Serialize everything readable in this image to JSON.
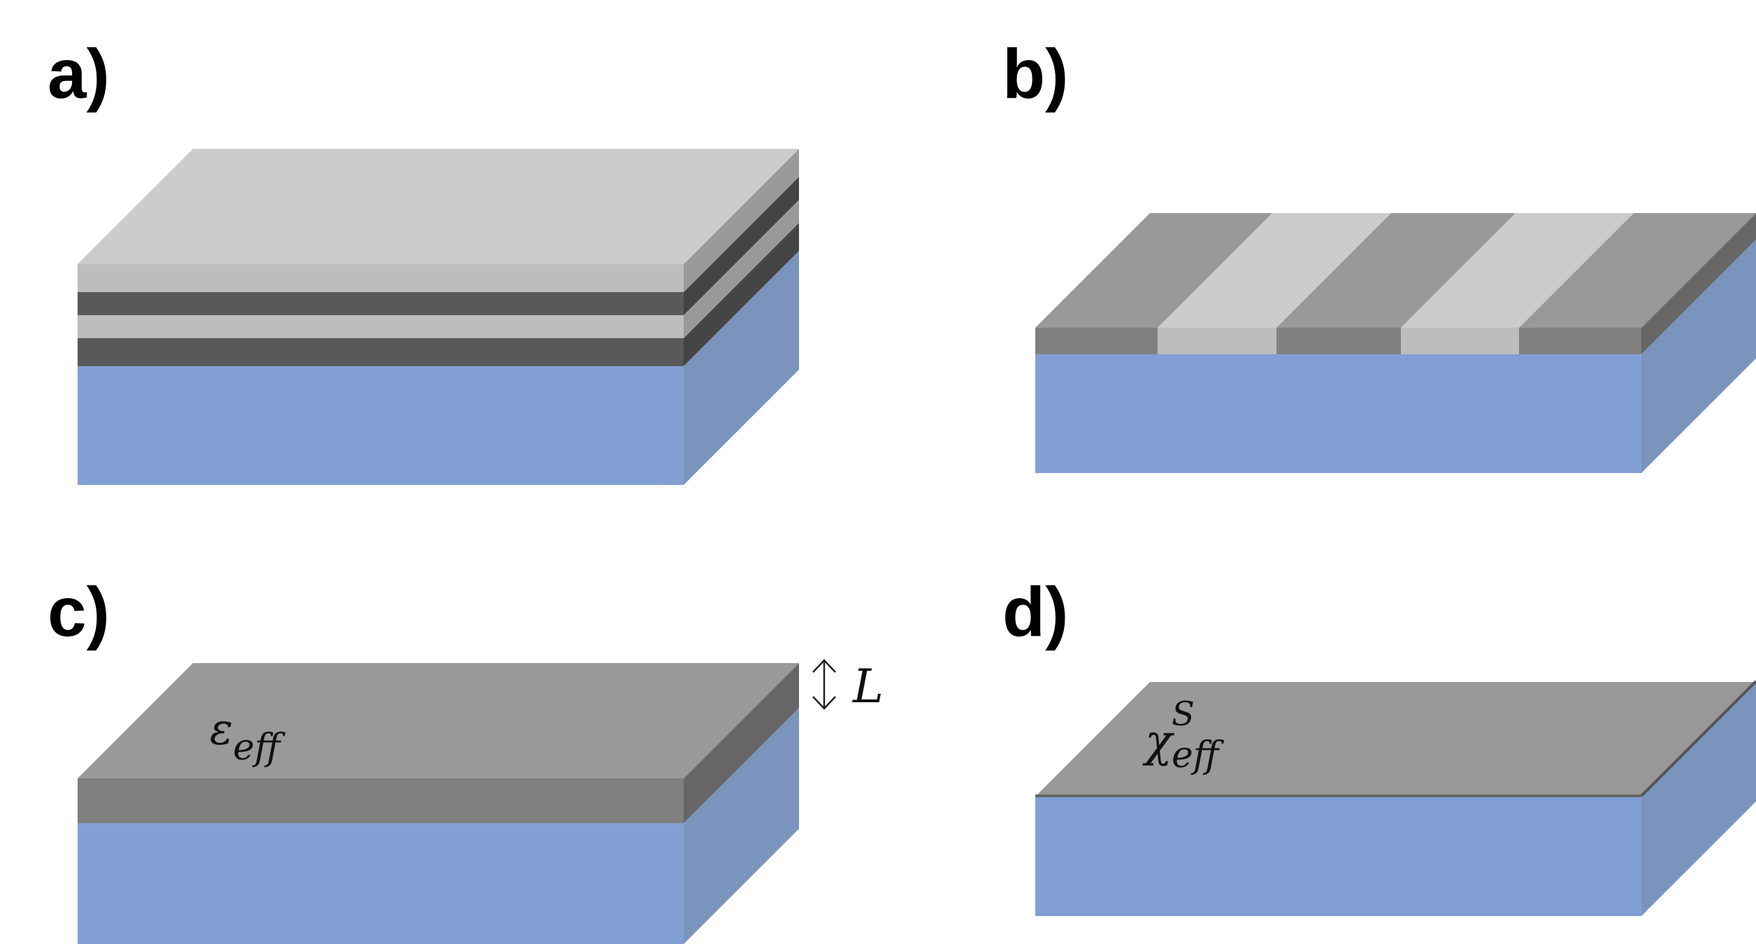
{
  "panels": [
    {
      "label": "a)"
    },
    {
      "label": "b)"
    },
    {
      "label": "c)",
      "symbol": "ε",
      "subscript": "eff",
      "thickness_symbol": "L"
    },
    {
      "label": "d)",
      "symbol": "χ",
      "superscript": "S",
      "subscript": "eff"
    }
  ],
  "colors": {
    "substrate_front": "#829fd4",
    "substrate_side": "#7b94bd",
    "light_gray_top": "#cccccc",
    "light_gray_front": "#bdbdbd",
    "light_gray_side": "#999999",
    "dark_gray_front": "#595959",
    "dark_gray_side": "#444444",
    "mid_gray_top": "#999999",
    "mid_gray_front": "#808080",
    "mid_gray_side": "#666666"
  }
}
